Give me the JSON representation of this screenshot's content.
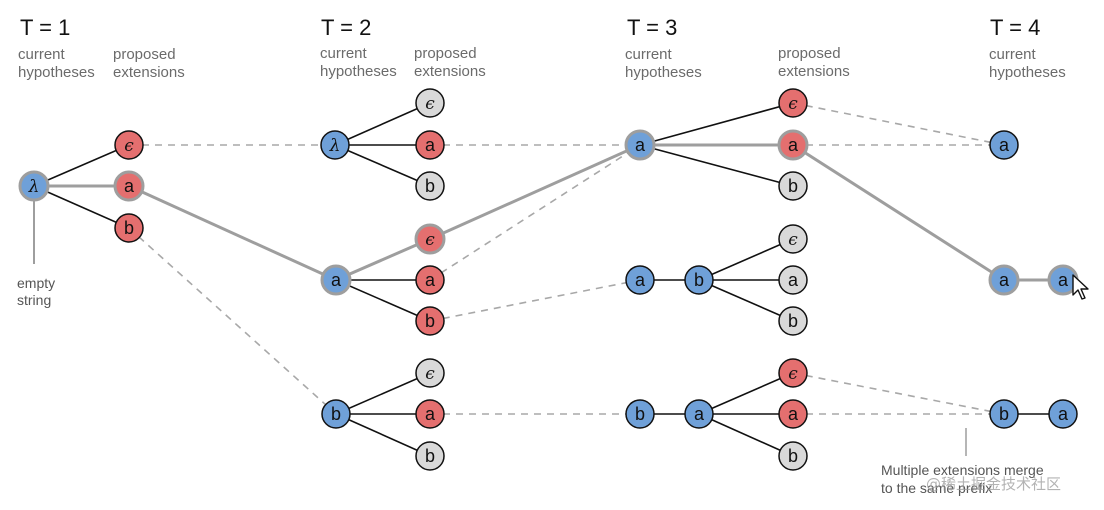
{
  "colors": {
    "blue": "#6fa0d8",
    "red": "#e46f6f",
    "gray": "#d9d9d9",
    "edge": "#111111",
    "beam_path": "#9e9e9e",
    "dashed": "#a8a8a8"
  },
  "steps": [
    {
      "title": "T = 1",
      "current_label": [
        "current",
        "hypotheses"
      ],
      "proposed_label": [
        "proposed",
        "extensions"
      ]
    },
    {
      "title": "T = 2",
      "current_label": [
        "current",
        "hypotheses"
      ],
      "proposed_label": [
        "proposed",
        "extensions"
      ]
    },
    {
      "title": "T = 3",
      "current_label": [
        "current",
        "hypotheses"
      ],
      "proposed_label": [
        "proposed",
        "extensions"
      ]
    },
    {
      "title": "T = 4",
      "current_label": [
        "current",
        "hypotheses"
      ]
    }
  ],
  "symbols": {
    "lambda": "λ",
    "epsilon": "ϵ",
    "a": "a",
    "b": "b"
  },
  "annotations": {
    "empty_string": [
      "empty",
      "string"
    ],
    "merge_note": [
      "Multiple extensions merge",
      "to the same prefix"
    ]
  },
  "watermark": "@稀土掘金技术社区",
  "icons": [
    "mouse-cursor-icon"
  ]
}
